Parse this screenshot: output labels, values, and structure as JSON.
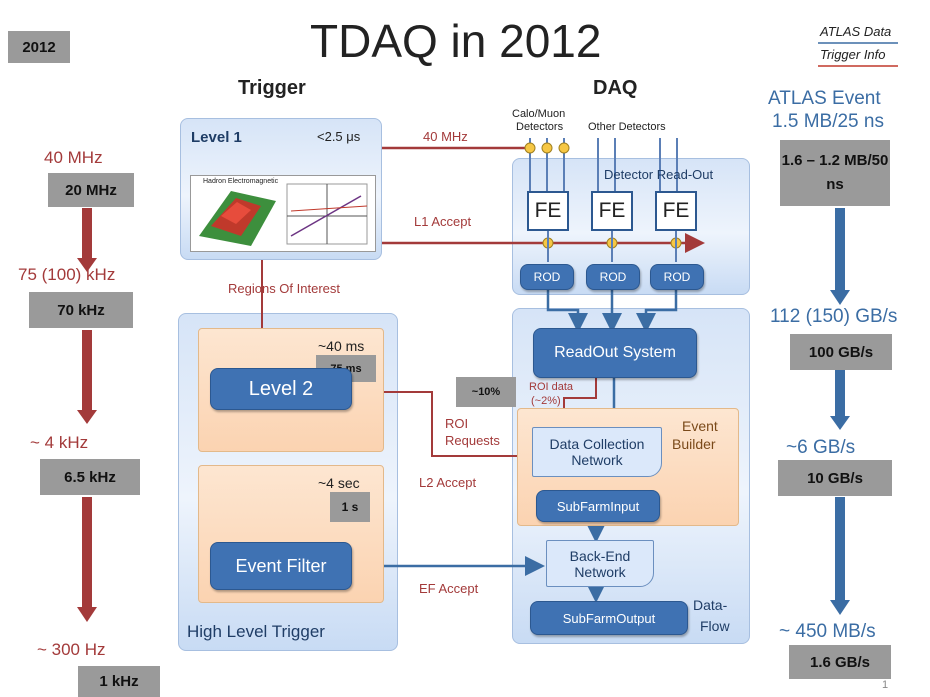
{
  "title": "TDAQ in 2012",
  "year_badge": "2012",
  "atlas_note": {
    "line1": "ATLAS Data",
    "line2": "Trigger Info"
  },
  "col_headers": {
    "trigger": "Trigger",
    "daq": "DAQ"
  },
  "level1": {
    "label": "Level 1",
    "latency": "<2.5 μs",
    "inset_title": "Hadron Electromagnetic"
  },
  "arrows": {
    "mhz40": "40 MHz",
    "l1_accept": "L1 Accept",
    "roi": "Regions Of Interest",
    "roi_requests_1": "ROI",
    "roi_requests_2": "Requests",
    "l2_accept": "L2 Accept",
    "ef_accept": "EF Accept",
    "roi_data_1": "ROI data",
    "roi_data_2": "(~2%)"
  },
  "detectors": {
    "calo_muon_1": "Calo/Muon",
    "calo_muon_2": "Detectors",
    "other": "Other Detectors",
    "readout": "Detector Read-Out"
  },
  "fe_label": "FE",
  "rod_label": "ROD",
  "readout_system": "ReadOut System",
  "event_builder": {
    "l1": "Event",
    "l2": "Builder"
  },
  "dcn": {
    "l1": "Data Collection",
    "l2": "Network"
  },
  "sfi": "SubFarmInput",
  "ben": {
    "l1": "Back-End",
    "l2": "Network"
  },
  "sfo": "SubFarmOutput",
  "dataflow": {
    "l1": "Data-",
    "l2": "Flow"
  },
  "level2": {
    "label": "Level 2",
    "latency": "~40 ms",
    "badge": "75 ms"
  },
  "ef": {
    "label": "Event Filter",
    "latency": "~4 sec",
    "badge": "1 s"
  },
  "hlt": "High Level Trigger",
  "pct_badge": "~10%",
  "rates_left": [
    {
      "value": "40 MHz",
      "badge": "20 MHz"
    },
    {
      "value": "75 (100) kHz",
      "badge": "70 kHz"
    },
    {
      "value": "~ 4 kHz",
      "badge": "6.5 kHz"
    },
    {
      "value": "~ 300 Hz",
      "badge": "1 kHz"
    }
  ],
  "rates_right": [
    {
      "value": "ATLAS Event",
      "value2": "1.5 MB/25 ns",
      "badge": "1.6 – 1.2 MB/50 ns"
    },
    {
      "value": "112 (150) GB/s",
      "badge": "100 GB/s"
    },
    {
      "value": "~6 GB/s",
      "badge": "10 GB/s"
    },
    {
      "value": "~ 450 MB/s",
      "badge": "1.6 GB/s"
    }
  ],
  "page_number": "1",
  "colors": {
    "red": "#a33a3a",
    "blue": "#3b6da4",
    "badge": "#9a9a9a"
  }
}
